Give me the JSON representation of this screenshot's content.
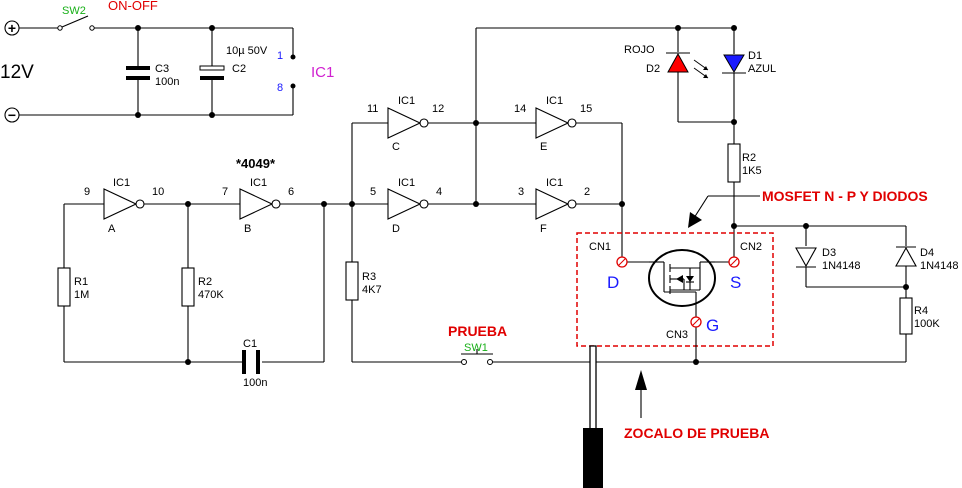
{
  "colors": {
    "red_text": "#e00000",
    "green_text": "#18b018",
    "blue_text": "#1a1aff",
    "magenta_text": "#d020d0",
    "led_red": "#ff0000",
    "led_blue": "#1a1aff",
    "terminal": "#e00000"
  },
  "power": {
    "voltage": "12V",
    "plus": "+",
    "minus": "−",
    "switch_ref": "SW2",
    "switch_label": "ON-OFF"
  },
  "capacitors": [
    {
      "ref": "C3",
      "value": "100n"
    },
    {
      "ref": "C2",
      "value": "10µ 50V"
    },
    {
      "ref": "C1",
      "value": "100n"
    }
  ],
  "ic_power": {
    "pin_vdd": "1",
    "pin_vss": "8",
    "label": "IC1"
  },
  "chip_note": "*4049*",
  "gates": [
    {
      "ic": "IC1",
      "letter": "A",
      "in": "9",
      "out": "10"
    },
    {
      "ic": "IC1",
      "letter": "B",
      "in": "7",
      "out": "6"
    },
    {
      "ic": "IC1",
      "letter": "C",
      "in": "11",
      "out": "12"
    },
    {
      "ic": "IC1",
      "letter": "D",
      "in": "5",
      "out": "4"
    },
    {
      "ic": "IC1",
      "letter": "E",
      "in": "14",
      "out": "15"
    },
    {
      "ic": "IC1",
      "letter": "F",
      "in": "3",
      "out": "2"
    }
  ],
  "resistors": [
    {
      "ref": "R1",
      "value": "1M"
    },
    {
      "ref": "R2",
      "value": "470K"
    },
    {
      "ref": "R3",
      "value": "4K7"
    },
    {
      "ref": "R2",
      "value": "1K5"
    },
    {
      "ref": "R4",
      "value": "100K"
    }
  ],
  "leds": {
    "d2_name": "ROJO",
    "d2_ref": "D2",
    "d1_ref": "D1",
    "d1_name": "AZUL"
  },
  "diodes": [
    {
      "ref": "D3",
      "value": "1N4148"
    },
    {
      "ref": "D4",
      "value": "1N4148"
    }
  ],
  "mosfet_title": "MOSFET N - P Y DIODOS",
  "connectors": {
    "cn1": "CN1",
    "cn2": "CN2",
    "cn3": "CN3",
    "d": "D",
    "s": "S",
    "g": "G"
  },
  "test_button": {
    "title": "PRUEBA",
    "ref": "SW1"
  },
  "socket_label": "ZOCALO DE PRUEBA"
}
